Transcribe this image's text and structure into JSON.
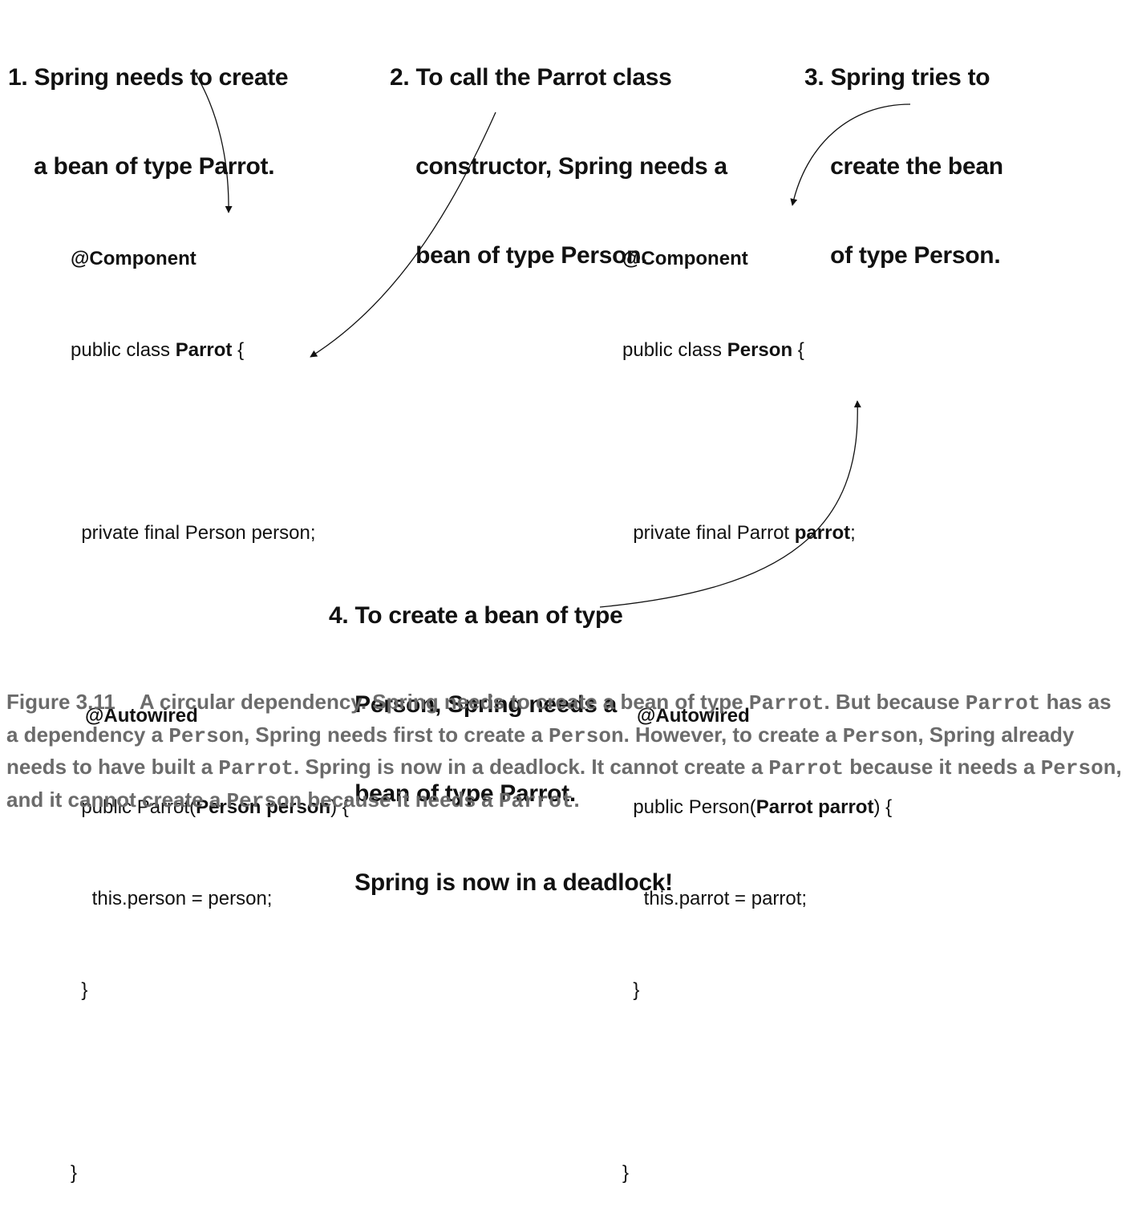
{
  "notes": {
    "n1": [
      "1. Spring needs to create",
      "    a bean of type Parrot."
    ],
    "n2": [
      "2. To call the Parrot class",
      "    constructor, Spring needs a",
      "    bean of type Person."
    ],
    "n3": [
      "3. Spring tries to",
      "    create the bean",
      "    of type Person."
    ],
    "n4": [
      "4. To create a bean of type",
      "    Person, Spring needs a",
      "    bean of type Parrot.",
      "    Spring is now in a deadlock!"
    ]
  },
  "parrot_class": {
    "annotation": "@Component",
    "decl_prefix": "public class ",
    "decl_name": "Parrot",
    "decl_suffix": " {",
    "field": "  private final Person person;",
    "autowired": "@Autowired",
    "ctor_prefix": "  public Parrot(",
    "ctor_param": "Person person",
    "ctor_suffix": ") {",
    "assign": "    this.person = person;",
    "close_inner": "  }",
    "close_outer": "}"
  },
  "person_class": {
    "annotation": "@Component",
    "decl_prefix": "public class ",
    "decl_name": "Person",
    "decl_suffix": " {",
    "field_prefix": "  private final Parrot ",
    "field_name": "parrot",
    "field_suffix": ";",
    "autowired": "@Autowired",
    "ctor_prefix": "  public Person(",
    "ctor_param": "Parrot parrot",
    "ctor_suffix": ") {",
    "assign": "    this.parrot = parrot;",
    "close_inner": "  }",
    "close_outer": "}"
  },
  "caption": {
    "number": "Figure 3.11",
    "t1": "A circular dependency. Spring needs to create a bean of type ",
    "c1": "Parrot",
    "t2": ". But because ",
    "c2": "Parrot",
    "t3": " has as a dependency a ",
    "c3": "Person",
    "t4": ", Spring needs first to create a ",
    "c4": "Person",
    "t5": ". However, to create a ",
    "c5": "Person",
    "t6": ", Spring already needs to have built a ",
    "c6": "Parrot",
    "t7": ". Spring is now in a deadlock. It cannot create a ",
    "c7": "Parrot",
    "t8": " because it needs a ",
    "c8": "Person",
    "t9": ", and it cannot create a ",
    "c9": "Person",
    "t10": " because it needs a ",
    "c10": "Parrot",
    "t11": "."
  }
}
